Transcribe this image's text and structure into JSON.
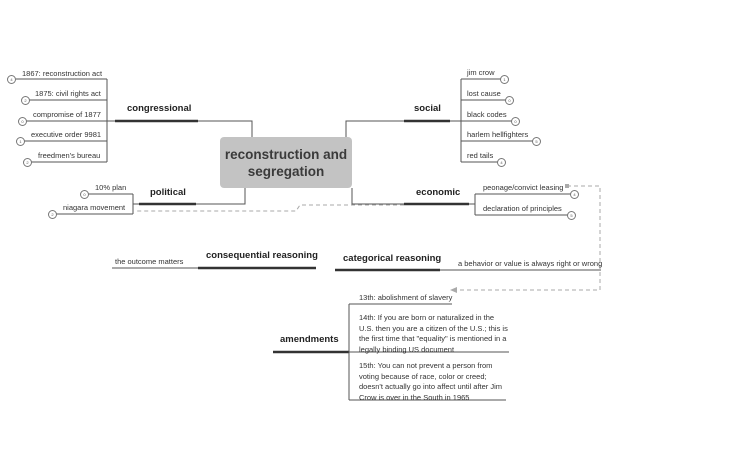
{
  "central": {
    "line1": "reconstruction and",
    "line2": "segregation"
  },
  "congressional": {
    "label": "congressional",
    "items": [
      "1867: reconstruction act",
      "1875: civil rights act",
      "compromise of 1877",
      "executive order 9981",
      "freedmen's bureau"
    ]
  },
  "political": {
    "label": "political",
    "items": [
      "10% plan",
      "niagara movement"
    ]
  },
  "social": {
    "label": "social",
    "items": [
      "jim crow",
      "lost cause",
      "black codes",
      "harlem hellfighters",
      "red tails"
    ]
  },
  "economic": {
    "label": "economic",
    "items": [
      "peonage/convict leasing",
      "declaration of principles"
    ]
  },
  "consequential": {
    "label": "consequential reasoning",
    "item": "the outcome matters"
  },
  "categorical": {
    "label": "categorical reasoning",
    "item": "a behavior or value is always right or wrong"
  },
  "amendments": {
    "label": "amendments",
    "items": [
      "13th: abolishment of slavery",
      "14th: If you are born or naturalized in the U.S. then you are a citizen of the U.S.; this is the first time that \"equality\" is mentioned in a legally binding US document",
      "15th: You can not prevent a person from voting because of race, color or creed; doesn't actually go into affect until after Jim Crow is over in the South in 1965"
    ]
  },
  "colors": {
    "central_fill": "#c3c3c3",
    "line": "#555555",
    "branch_underline": "#333333",
    "dashed": "#aaaaaa"
  },
  "icons": {
    "item_marker": "circle-badge-icon"
  }
}
